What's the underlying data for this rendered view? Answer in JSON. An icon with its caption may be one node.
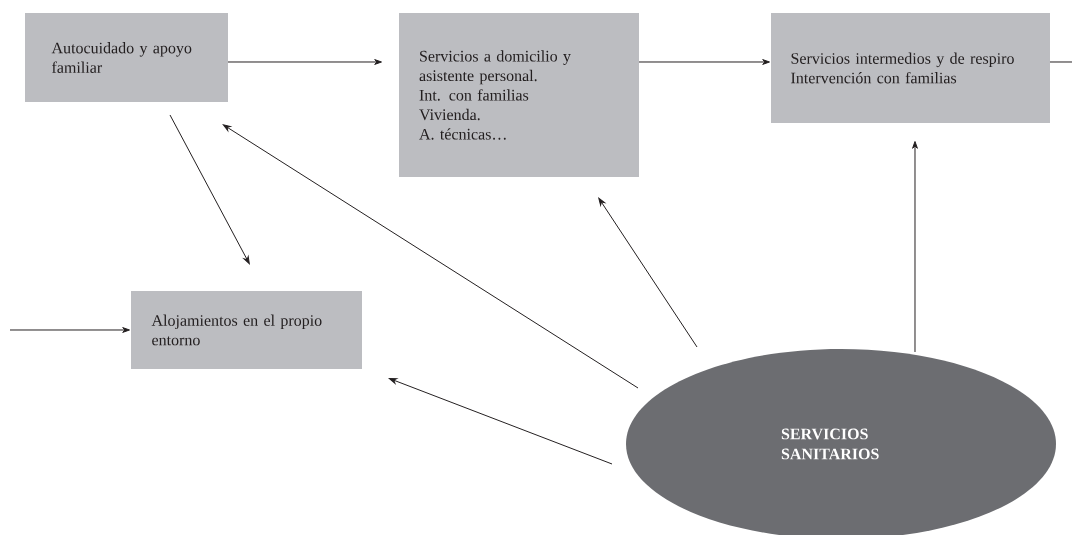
{
  "diagram": {
    "nodes": [
      {
        "text": [
          "Autocuidado y apoyo familiar"
        ]
      },
      {
        "text": [
          "Servicios a domicilio y asistente personal.",
          "Int. con familias",
          "Vivienda.",
          "A. técnicas…"
        ]
      },
      {
        "text": [
          "Servicios intermedios y de respiro",
          "Intervención con familias"
        ]
      },
      {
        "text": [
          "Alojamientos en el propio entorno"
        ]
      },
      {
        "text": [
          "SERVICIOS SANITARIOS"
        ]
      }
    ],
    "edges": [
      {
        "from": 0,
        "to": 1,
        "arrow": "to"
      },
      {
        "from": 1,
        "to": 2,
        "arrow": "to"
      },
      {
        "from": 2,
        "to": null,
        "arrow": "none"
      },
      {
        "from": null,
        "to": 3,
        "arrow": "to"
      },
      {
        "from": 0,
        "to": 3,
        "arrow": "to"
      },
      {
        "from": 4,
        "to": 0,
        "arrow": "to"
      },
      {
        "from": 4,
        "to": 1,
        "arrow": "to"
      },
      {
        "from": 4,
        "to": 2,
        "arrow": "to"
      },
      {
        "from": 4,
        "to": 3,
        "arrow": "to"
      }
    ]
  }
}
